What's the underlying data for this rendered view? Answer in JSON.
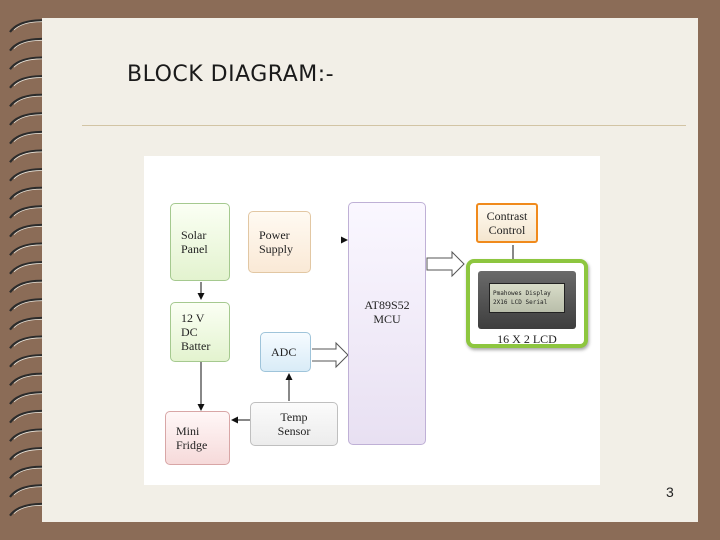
{
  "slide": {
    "title": "BLOCK DIAGRAM:-",
    "page_number": "3"
  },
  "diagram": {
    "blocks": {
      "solar_panel": "Solar\nPanel",
      "power_supply": "Power\nSupply",
      "battery": "12 V\nDC\nBatter",
      "adc": "ADC",
      "mini_fridge": "Mini\nFridge",
      "temp_sensor": "Temp\nSensor",
      "mcu": "AT89S52\nMCU",
      "contrast_control": "Contrast\nControl",
      "lcd_label": "16 X 2 LCD"
    },
    "lcd_screen_text": [
      "Pmahowes Display",
      "2X16 LCD Serial"
    ],
    "colors": {
      "lcd_border": "#8dc63f",
      "contrast_border": "#f08a1c",
      "title_rule": "#d2c4a4",
      "background": "#8b6c57"
    }
  }
}
